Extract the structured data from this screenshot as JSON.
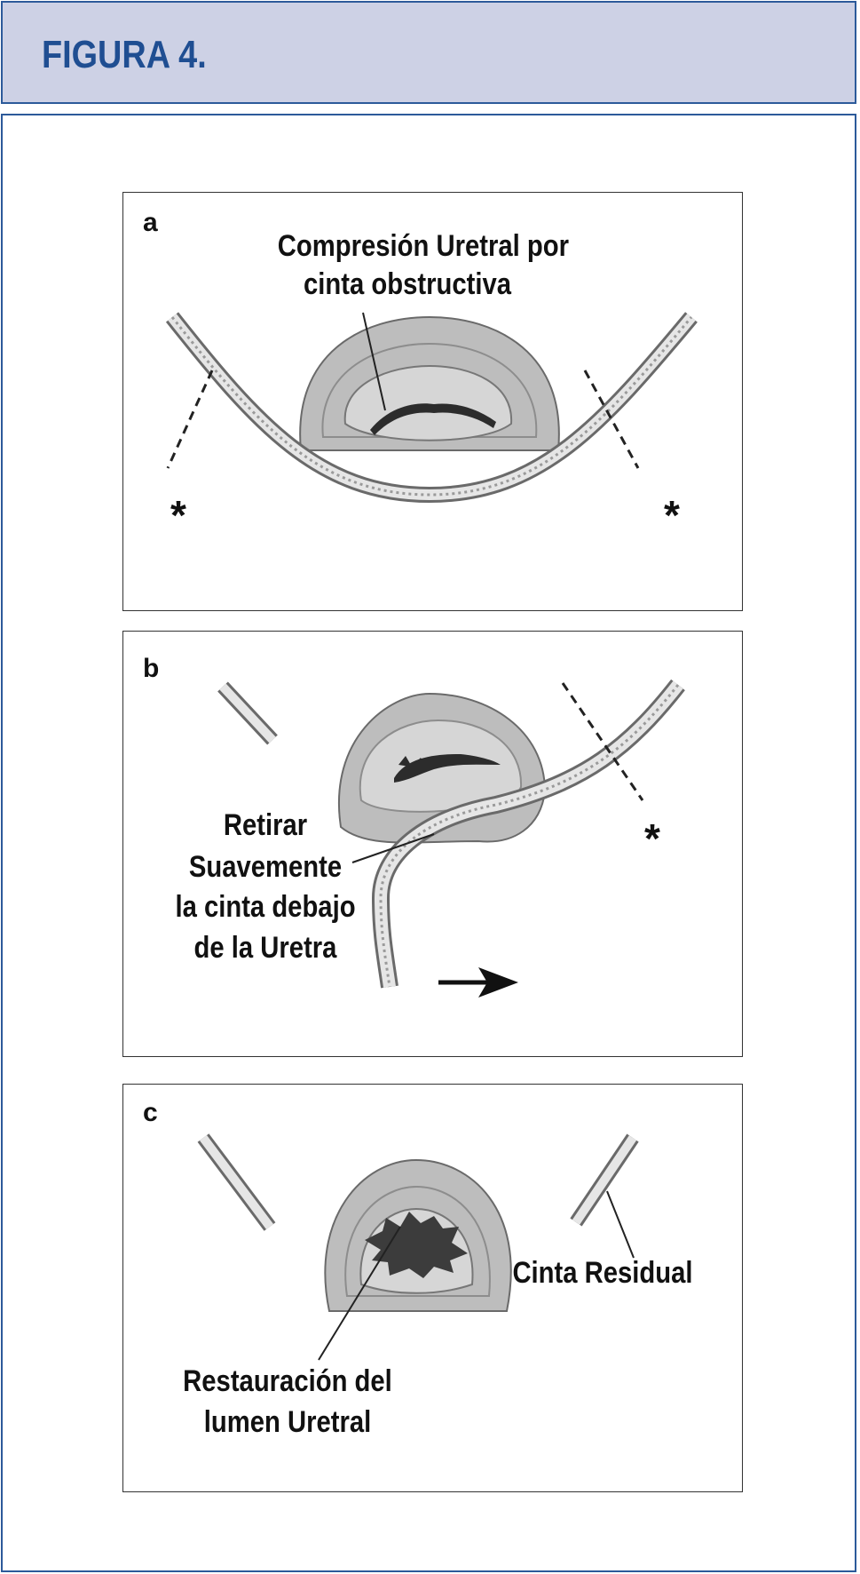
{
  "header": {
    "title": "FIGURA 4."
  },
  "panels": [
    {
      "id": "a",
      "label": "a",
      "caption_lines": [
        "Compresión Uretral por",
        "cinta obstructiva"
      ],
      "markers": [
        "*",
        "*"
      ]
    },
    {
      "id": "b",
      "label": "b",
      "caption_lines": [
        "Retirar",
        "Suavemente",
        "la cinta debajo",
        "de la Uretra"
      ],
      "markers": [
        "*"
      ]
    },
    {
      "id": "c",
      "label": "c",
      "residual_label": "Cinta Residual",
      "caption_lines": [
        "Restauración del",
        "lumen Uretral"
      ]
    }
  ],
  "colors": {
    "header_bg": "#cdd1e5",
    "header_border": "#2c5a9a",
    "title_color": "#1f4e92",
    "urethra_fill": "#bdbdbd",
    "lumen_fill": "#444444"
  },
  "icons": [
    "arrow-right-icon",
    "asterisk-marker"
  ]
}
